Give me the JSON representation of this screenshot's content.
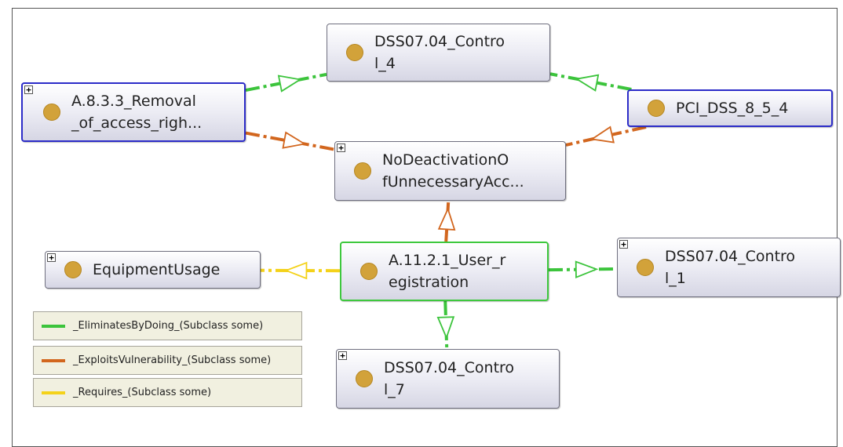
{
  "colors": {
    "eliminates": "#3cc43c",
    "exploits": "#d2661e",
    "requires": "#f4d21a",
    "node_border_blue": "#2c2cc8",
    "node_border_green": "#3ec83e",
    "dot": "#d2a23a"
  },
  "nodes": {
    "dss_4": {
      "text": "DSS07.04_Contro\nl_4",
      "expandable": false,
      "highlight": "none"
    },
    "a833": {
      "text": "A.8.3.3_Removal\n_of_access_righ...",
      "expandable": true,
      "highlight": "blue"
    },
    "pci": {
      "text": "PCI_DSS_8_5_4",
      "expandable": false,
      "highlight": "blue"
    },
    "nodeact": {
      "text": "NoDeactivationO\nfUnnecessaryAcc...",
      "expandable": true,
      "highlight": "none"
    },
    "equip": {
      "text": "EquipmentUsage",
      "expandable": true,
      "highlight": "none"
    },
    "a1121": {
      "text": "A.11.2.1_User_r\negistration",
      "expandable": false,
      "highlight": "green"
    },
    "dss_1": {
      "text": "DSS07.04_Contro\nl_1",
      "expandable": true,
      "highlight": "none"
    },
    "dss_7": {
      "text": "DSS07.04_Contro\nl_7",
      "expandable": true,
      "highlight": "none"
    }
  },
  "expand_symbol": "+",
  "edges": [
    {
      "from": "a833",
      "to": "dss_4",
      "type": "eliminates"
    },
    {
      "from": "pci",
      "to": "dss_4",
      "type": "eliminates"
    },
    {
      "from": "a833",
      "to": "nodeact",
      "type": "exploits"
    },
    {
      "from": "pci",
      "to": "nodeact",
      "type": "exploits"
    },
    {
      "from": "a1121",
      "to": "nodeact",
      "type": "exploits"
    },
    {
      "from": "a1121",
      "to": "equip",
      "type": "requires"
    },
    {
      "from": "a1121",
      "to": "dss_1",
      "type": "eliminates"
    },
    {
      "from": "a1121",
      "to": "dss_7",
      "type": "eliminates"
    }
  ],
  "legend": [
    {
      "key": "eliminates",
      "label": "_EliminatesByDoing_(Subclass some)"
    },
    {
      "key": "exploits",
      "label": "_ExploitsVulnerability_(Subclass some)"
    },
    {
      "key": "requires",
      "label": "_Requires_(Subclass some)"
    }
  ]
}
